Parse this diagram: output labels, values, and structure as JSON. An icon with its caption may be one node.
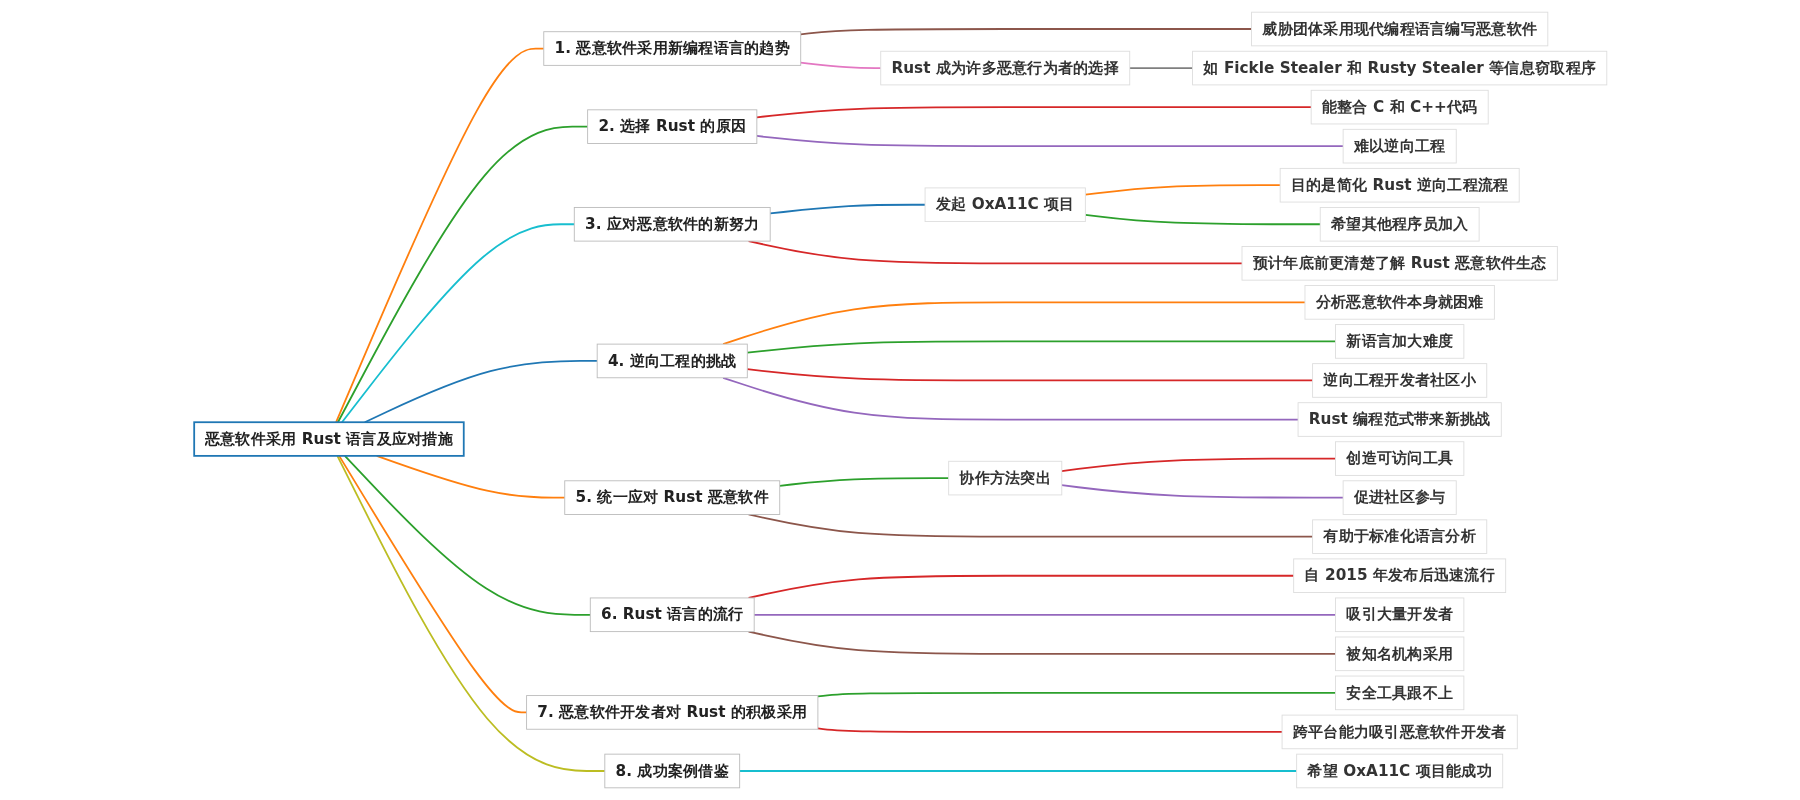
{
  "diagram": {
    "nodes": [
      {
        "text": [
          "恶意软件采用 Rust 语言及应对措施"
        ]
      },
      {
        "text": [
          "1. 恶意软件采用新编程语言的趋势"
        ]
      },
      {
        "text": [
          "威胁团体采用现代编程语言编写恶意软件"
        ]
      },
      {
        "text": [
          "Rust 成为许多恶意行为者的选择"
        ]
      },
      {
        "text": [
          "如 Fickle Stealer 和 Rusty Stealer 等信息窃取程序"
        ]
      },
      {
        "text": [
          "2. 选择 Rust 的原因"
        ]
      },
      {
        "text": [
          "能整合 C 和 C++代码"
        ]
      },
      {
        "text": [
          "难以逆向工程"
        ]
      },
      {
        "text": [
          "3. 应对恶意软件的新努力"
        ]
      },
      {
        "text": [
          "发起 OxA11C 项目"
        ]
      },
      {
        "text": [
          "目的是简化 Rust 逆向工程流程"
        ]
      },
      {
        "text": [
          "希望其他程序员加入"
        ]
      },
      {
        "text": [
          "预计年底前更清楚了解 Rust 恶意软件生态"
        ]
      },
      {
        "text": [
          "4. 逆向工程的挑战"
        ]
      },
      {
        "text": [
          "分析恶意软件本身就困难"
        ]
      },
      {
        "text": [
          "新语言加大难度"
        ]
      },
      {
        "text": [
          "逆向工程开发者社区小"
        ]
      },
      {
        "text": [
          "Rust 编程范式带来新挑战"
        ]
      },
      {
        "text": [
          "5. 统一应对 Rust 恶意软件"
        ]
      },
      {
        "text": [
          "协作方法突出"
        ]
      },
      {
        "text": [
          "创造可访问工具"
        ]
      },
      {
        "text": [
          "促进社区参与"
        ]
      },
      {
        "text": [
          "有助于标准化语言分析"
        ]
      },
      {
        "text": [
          "6. Rust 语言的流行"
        ]
      },
      {
        "text": [
          "自 2015 年发布后迅速流行"
        ]
      },
      {
        "text": [
          "吸引大量开发者"
        ]
      },
      {
        "text": [
          "被知名机构采用"
        ]
      },
      {
        "text": [
          "7. 恶意软件开发者对 Rust 的积极采用"
        ]
      },
      {
        "text": [
          "安全工具跟不上"
        ]
      },
      {
        "text": [
          "跨平台能力吸引恶意软件开发者"
        ]
      },
      {
        "text": [
          "8. 成功案例借鉴"
        ]
      },
      {
        "text": [
          "希望 OxA11C 项目能成功"
        ]
      }
    ],
    "edges": [
      {
        "from": 0,
        "to": 1,
        "arrow": "none",
        "color": "#ff7f0e"
      },
      {
        "from": 1,
        "to": 2,
        "arrow": "none",
        "color": "#8c564b"
      },
      {
        "from": 1,
        "to": 3,
        "arrow": "none",
        "color": "#e377c2"
      },
      {
        "from": 3,
        "to": 4,
        "arrow": "none",
        "color": "#7f7f7f"
      },
      {
        "from": 0,
        "to": 5,
        "arrow": "none",
        "color": "#2ca02c"
      },
      {
        "from": 5,
        "to": 6,
        "arrow": "none",
        "color": "#d62728"
      },
      {
        "from": 5,
        "to": 7,
        "arrow": "none",
        "color": "#9467bd"
      },
      {
        "from": 0,
        "to": 8,
        "arrow": "none",
        "color": "#17becf"
      },
      {
        "from": 8,
        "to": 9,
        "arrow": "none",
        "color": "#1f77b4"
      },
      {
        "from": 9,
        "to": 10,
        "arrow": "none",
        "color": "#ff7f0e"
      },
      {
        "from": 9,
        "to": 11,
        "arrow": "none",
        "color": "#2ca02c"
      },
      {
        "from": 8,
        "to": 12,
        "arrow": "none",
        "color": "#d62728"
      },
      {
        "from": 0,
        "to": 13,
        "arrow": "none",
        "color": "#1f77b4"
      },
      {
        "from": 13,
        "to": 14,
        "arrow": "none",
        "color": "#ff7f0e"
      },
      {
        "from": 13,
        "to": 15,
        "arrow": "none",
        "color": "#2ca02c"
      },
      {
        "from": 13,
        "to": 16,
        "arrow": "none",
        "color": "#d62728"
      },
      {
        "from": 13,
        "to": 17,
        "arrow": "none",
        "color": "#9467bd"
      },
      {
        "from": 0,
        "to": 18,
        "arrow": "none",
        "color": "#ff7f0e"
      },
      {
        "from": 18,
        "to": 19,
        "arrow": "none",
        "color": "#2ca02c"
      },
      {
        "from": 19,
        "to": 20,
        "arrow": "none",
        "color": "#d62728"
      },
      {
        "from": 19,
        "to": 21,
        "arrow": "none",
        "color": "#9467bd"
      },
      {
        "from": 18,
        "to": 22,
        "arrow": "none",
        "color": "#8c564b"
      },
      {
        "from": 0,
        "to": 23,
        "arrow": "none",
        "color": "#2ca02c"
      },
      {
        "from": 23,
        "to": 24,
        "arrow": "none",
        "color": "#d62728"
      },
      {
        "from": 23,
        "to": 25,
        "arrow": "none",
        "color": "#9467bd"
      },
      {
        "from": 23,
        "to": 26,
        "arrow": "none",
        "color": "#8c564b"
      },
      {
        "from": 0,
        "to": 27,
        "arrow": "none",
        "color": "#ff7f0e"
      },
      {
        "from": 27,
        "to": 28,
        "arrow": "none",
        "color": "#2ca02c"
      },
      {
        "from": 27,
        "to": 29,
        "arrow": "none",
        "color": "#d62728"
      },
      {
        "from": 0,
        "to": 30,
        "arrow": "none",
        "color": "#bcbd22"
      },
      {
        "from": 30,
        "to": 31,
        "arrow": "none",
        "color": "#17becf"
      }
    ]
  }
}
